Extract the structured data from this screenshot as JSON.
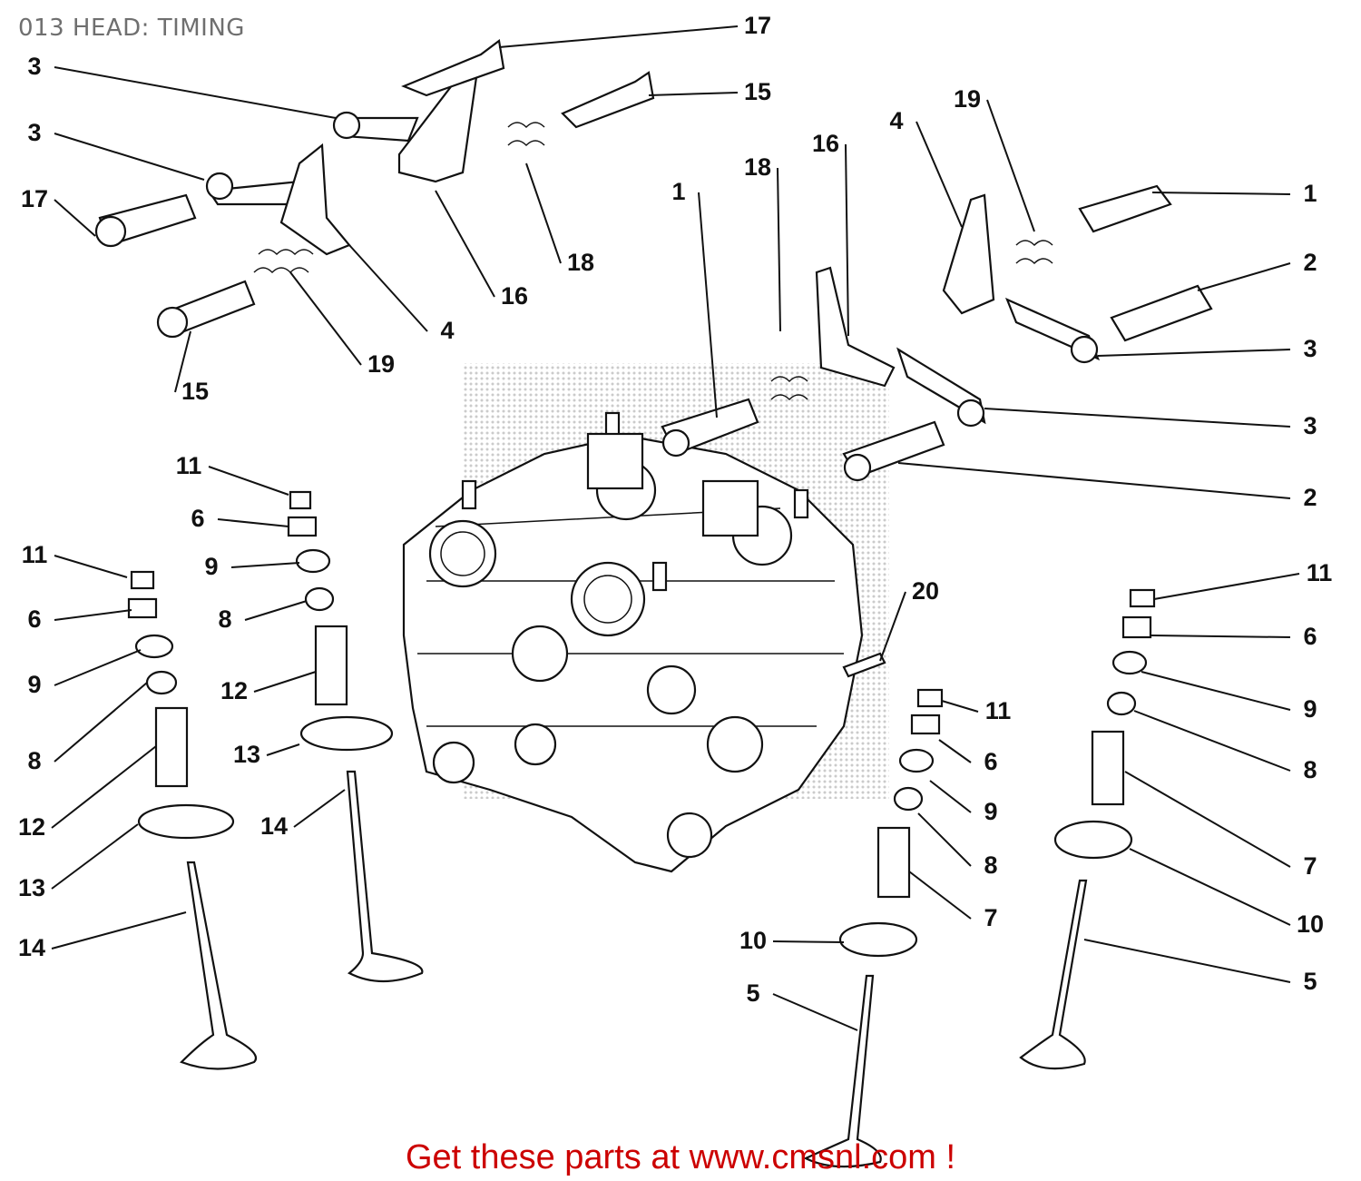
{
  "title": "013 HEAD: TIMING",
  "footer": "Get these parts at www.cmsnl.com !",
  "colors": {
    "title": "#6f6f6f",
    "footer": "#cc0000",
    "line": "#111111"
  },
  "callouts": [
    {
      "num": "17"
    },
    {
      "num": "15"
    },
    {
      "num": "3"
    },
    {
      "num": "3"
    },
    {
      "num": "17"
    },
    {
      "num": "19"
    },
    {
      "num": "16"
    },
    {
      "num": "4"
    },
    {
      "num": "18"
    },
    {
      "num": "1"
    },
    {
      "num": "1"
    },
    {
      "num": "2"
    },
    {
      "num": "3"
    },
    {
      "num": "3"
    },
    {
      "num": "2"
    },
    {
      "num": "18"
    },
    {
      "num": "16"
    },
    {
      "num": "4"
    },
    {
      "num": "19"
    },
    {
      "num": "15"
    },
    {
      "num": "11"
    },
    {
      "num": "6"
    },
    {
      "num": "9"
    },
    {
      "num": "8"
    },
    {
      "num": "12"
    },
    {
      "num": "13"
    },
    {
      "num": "14"
    },
    {
      "num": "11"
    },
    {
      "num": "6"
    },
    {
      "num": "9"
    },
    {
      "num": "8"
    },
    {
      "num": "12"
    },
    {
      "num": "13"
    },
    {
      "num": "14"
    },
    {
      "num": "20"
    },
    {
      "num": "11"
    },
    {
      "num": "6"
    },
    {
      "num": "9"
    },
    {
      "num": "8"
    },
    {
      "num": "7"
    },
    {
      "num": "10"
    },
    {
      "num": "5"
    },
    {
      "num": "11"
    },
    {
      "num": "6"
    },
    {
      "num": "9"
    },
    {
      "num": "8"
    },
    {
      "num": "7"
    },
    {
      "num": "10"
    },
    {
      "num": "5"
    }
  ]
}
